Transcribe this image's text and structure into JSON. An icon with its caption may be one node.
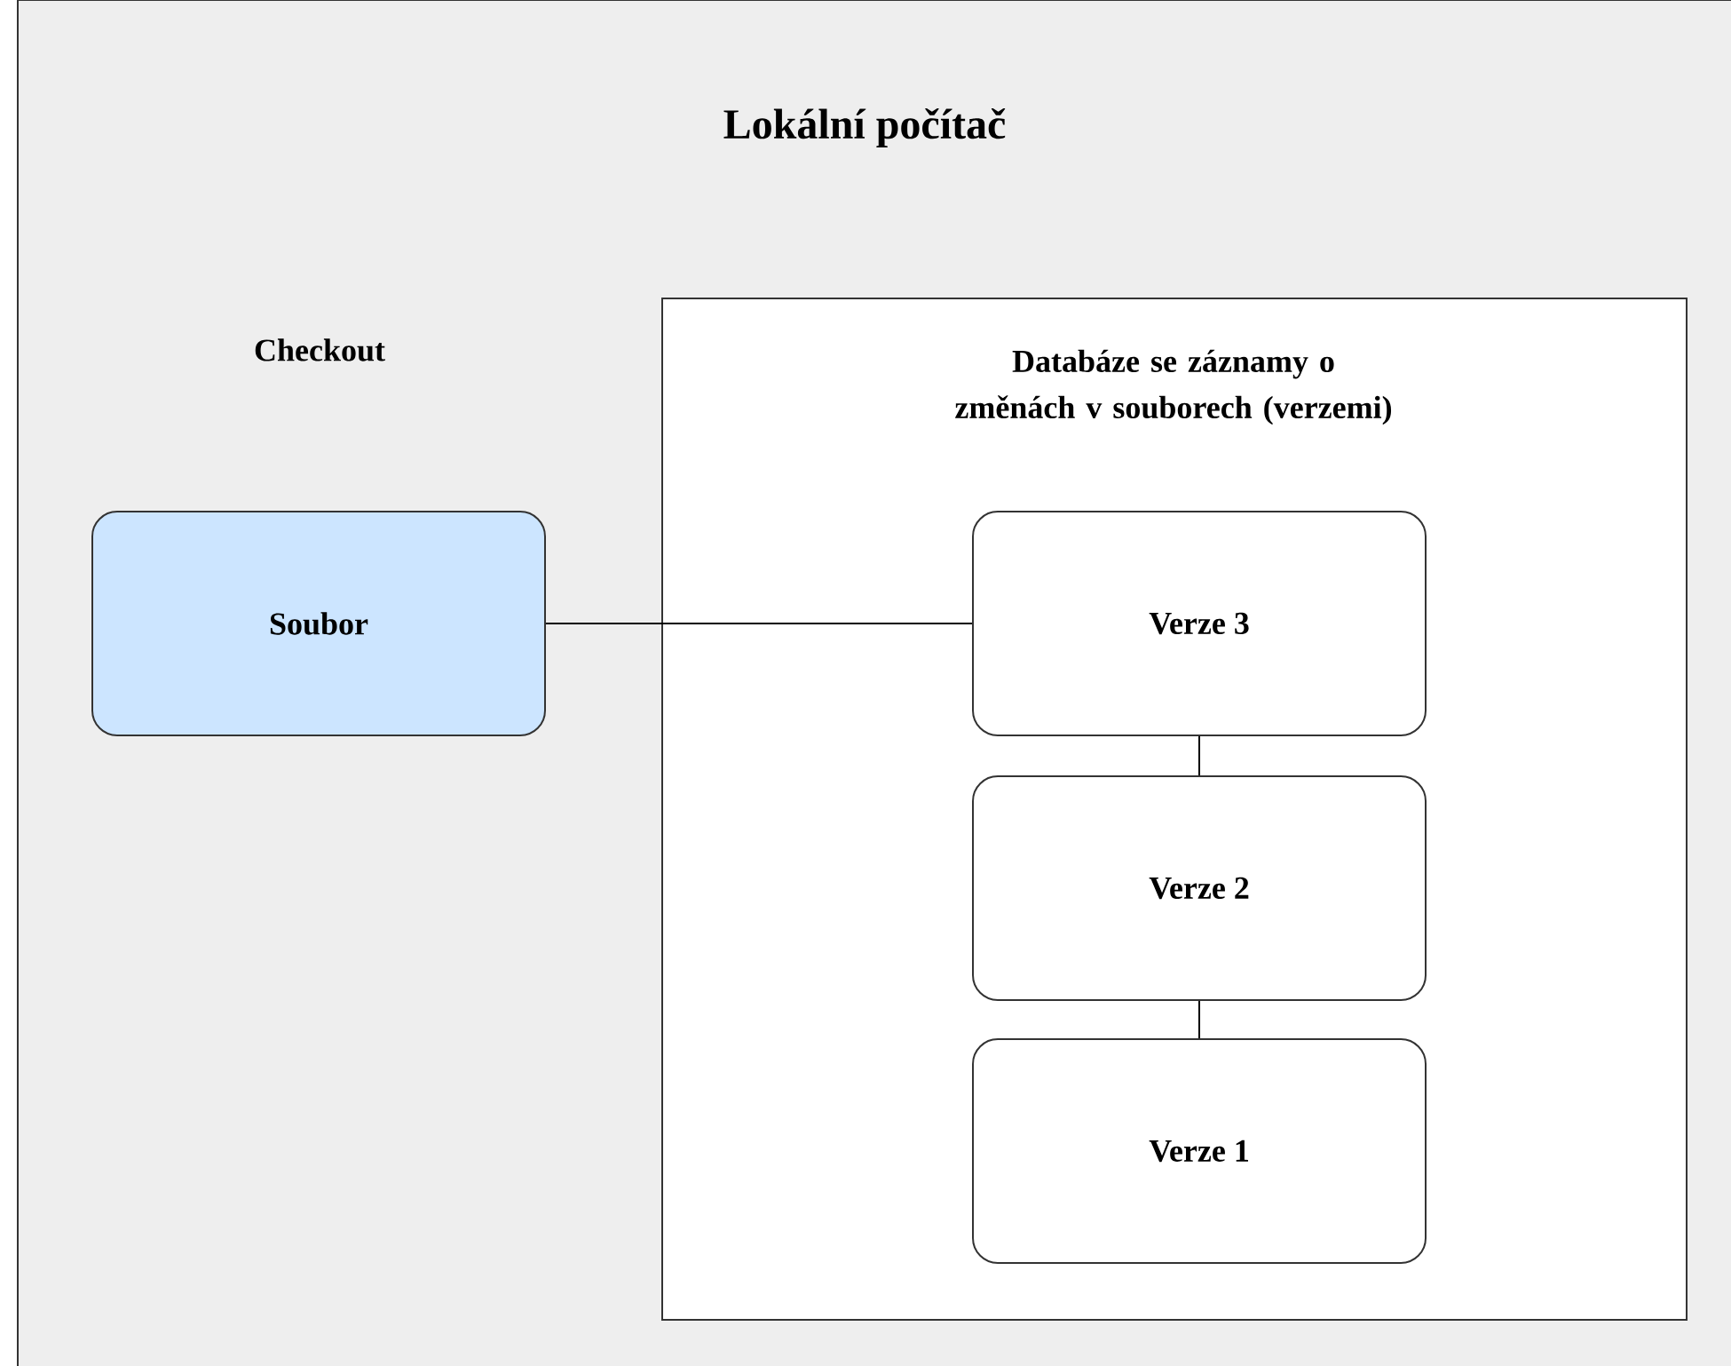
{
  "diagram": {
    "nodes": [
      {
        "text": [
          "Lokální počítač"
        ]
      },
      {
        "text": [
          "Soubor"
        ],
        "in": 0
      },
      {
        "text": [
          "Databáze se záznamy o změnách v souborech (verzemi)"
        ],
        "in": 0
      },
      {
        "text": [
          "Verze 3"
        ],
        "in": 2
      },
      {
        "text": [
          "Verze 2"
        ],
        "in": 2
      },
      {
        "text": [
          "Verze 1"
        ],
        "in": 2
      }
    ],
    "edges": [
      {
        "from": 1,
        "to": 3,
        "arrow": "none"
      },
      {
        "from": 3,
        "to": 4,
        "arrow": "none"
      },
      {
        "from": 4,
        "to": 5,
        "arrow": "none"
      }
    ],
    "labels": [
      "Checkout"
    ]
  }
}
